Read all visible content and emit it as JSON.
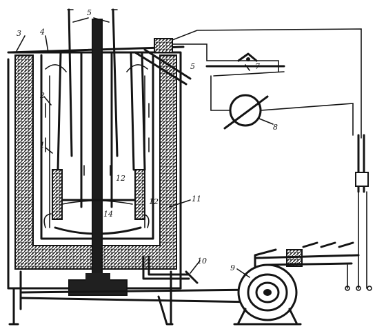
{
  "labels": {
    "outer_casing": "3",
    "lid": "4",
    "thermometers": "5",
    "inner_vessel": "2",
    "bath_wall": "1",
    "overflow_spout": "5",
    "contact_thermometer": "7",
    "relay": "8",
    "heater_upper": "12",
    "heater_right": "12",
    "stirrer_blade": "14",
    "insulation": "11",
    "drain_tap": "10",
    "electric_motor": "9"
  },
  "colors": {
    "ink": "#141414",
    "paper": "#ffffff",
    "hatch": "#2a2a2a"
  }
}
